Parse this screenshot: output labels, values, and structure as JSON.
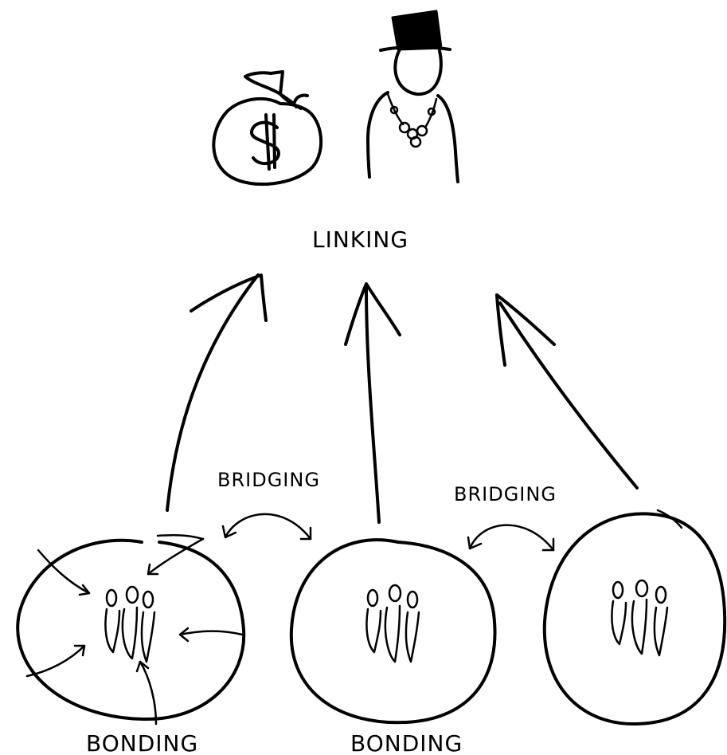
{
  "labels": {
    "linking": "LINKING",
    "bridging_left": "BRIDGING",
    "bridging_right": "BRIDGING",
    "bonding_left": "BONDING",
    "bonding_middle": "BONDING"
  },
  "icons": {
    "top_left": "money-bag-icon",
    "top_right": "rich-man-top-hat-icon",
    "groups": "people-group-icon"
  },
  "colors": {
    "ink": "#000000",
    "background": "#ffffff"
  }
}
